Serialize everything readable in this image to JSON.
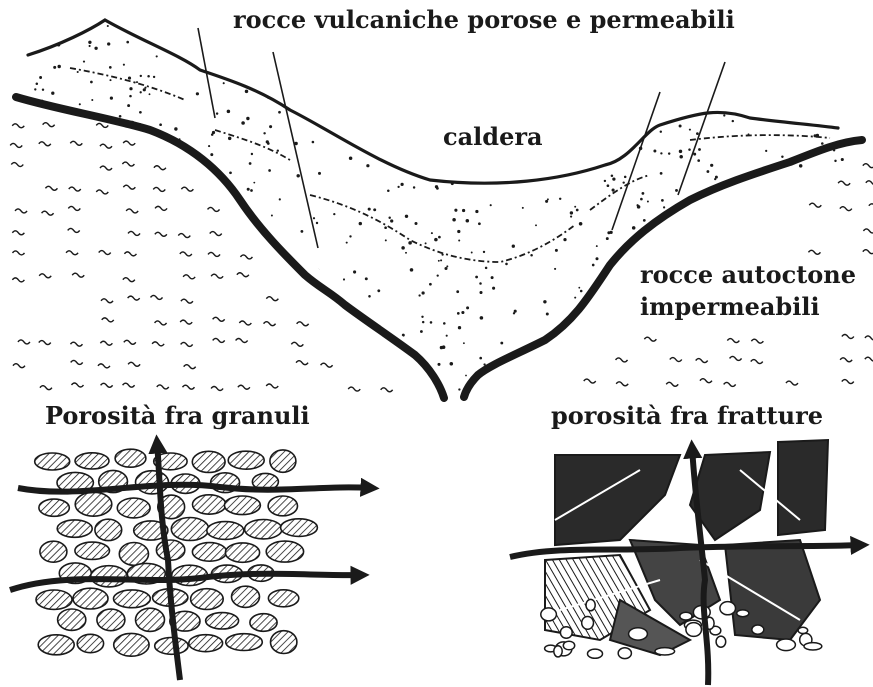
{
  "labels": {
    "top": "rocce vulcaniche porose e permeabili",
    "caldera": "caldera",
    "autoctone_line1": "rocce autoctone",
    "autoctone_line2": "impermeabili",
    "granuli": "Porosità fra granuli",
    "fratture": "porosità fra fratture"
  },
  "colors": {
    "ink": "#1a1a1a",
    "paper": "#ffffff"
  }
}
